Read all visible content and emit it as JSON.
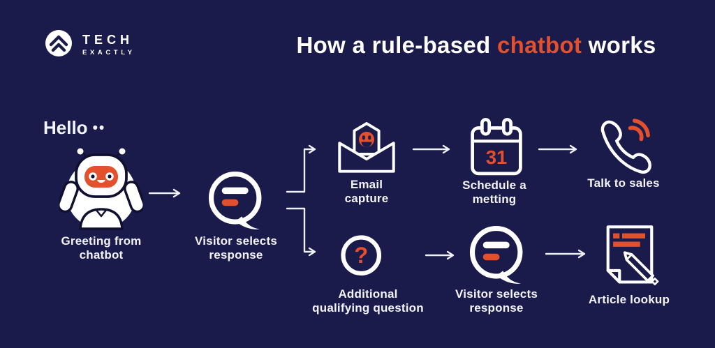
{
  "colors": {
    "background": "#1a1a4b",
    "accent_orange": "#e2502d",
    "line_white": "#eef0f6",
    "text_white": "#f3f4f9"
  },
  "logo": {
    "name_line1": "TECH",
    "name_line2": "EXACTLY"
  },
  "header": {
    "title_prefix": "How a rule-based ",
    "title_highlight": "chatbot",
    "title_suffix": " works"
  },
  "greeting_bubble": {
    "text": "Hello",
    "dots": "••"
  },
  "flow": {
    "nodes": [
      {
        "id": "greeting",
        "icon": "robot-icon",
        "label": "Greeting from\nchatbot"
      },
      {
        "id": "visitor-select-1",
        "icon": "chat-bubble-icon",
        "label": "Visitor selects\nresponse"
      },
      {
        "id": "email-capture",
        "icon": "email-smiley-icon",
        "label": "Email\ncapture"
      },
      {
        "id": "schedule-meeting",
        "icon": "calendar-icon",
        "label": "Schedule a\nmetting",
        "calendar_day": "31"
      },
      {
        "id": "talk-to-sales",
        "icon": "phone-icon",
        "label": "Talk to sales"
      },
      {
        "id": "qualifying-question",
        "icon": "question-mark-icon",
        "label": "Additional\nqualifying question",
        "glyph": "?"
      },
      {
        "id": "visitor-select-2",
        "icon": "chat-bubble-icon",
        "label": "Visitor selects\nresponse"
      },
      {
        "id": "article-lookup",
        "icon": "document-pencil-icon",
        "label": "Article lookup"
      }
    ]
  }
}
